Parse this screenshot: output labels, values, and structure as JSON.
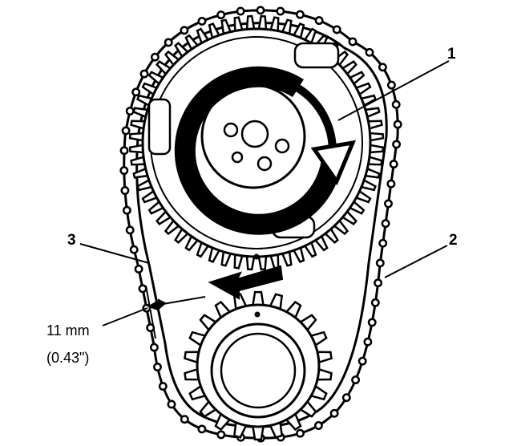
{
  "callouts": [
    {
      "id": "1",
      "text": "1"
    },
    {
      "id": "2",
      "text": "2"
    },
    {
      "id": "3",
      "text": "3"
    }
  ],
  "measurement": {
    "metric": "11 mm",
    "imperial": "(0.43\")"
  },
  "colors": {
    "ink": "#000000",
    "paper": "#ffffff"
  }
}
